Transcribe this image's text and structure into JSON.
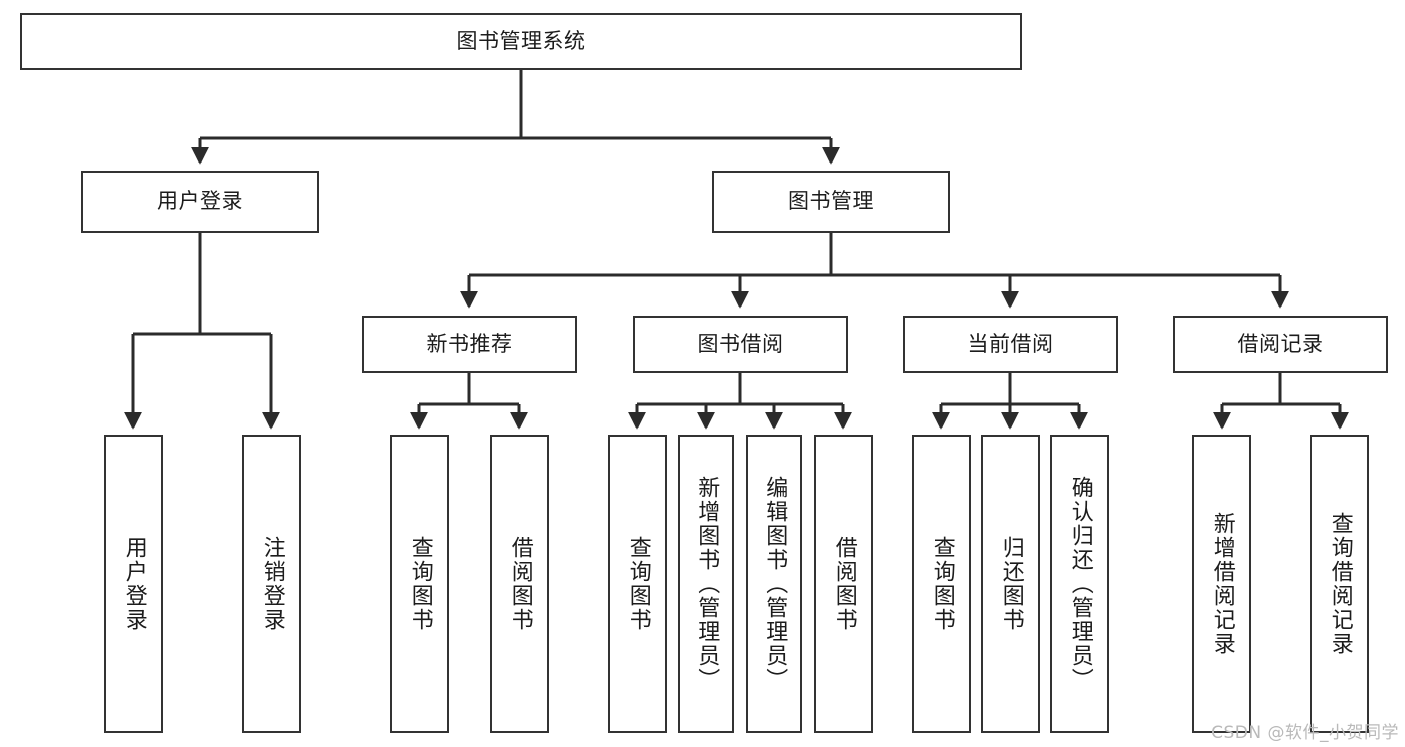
{
  "diagram": {
    "title": "图书管理系统",
    "type": "tree-hierarchy-diagram",
    "background_color": "#ffffff",
    "box_border_color": "#333333",
    "box_fill_color": "#ffffff",
    "connector_color": "#2b2b2b",
    "root": {
      "id": "root",
      "label": "图书管理系统"
    },
    "level2": [
      {
        "id": "user-login",
        "label": "用户登录"
      },
      {
        "id": "book-management",
        "label": "图书管理"
      }
    ],
    "level3": [
      {
        "id": "new-book-recommend",
        "label": "新书推荐",
        "parent": "book-management"
      },
      {
        "id": "book-borrow",
        "label": "图书借阅",
        "parent": "book-management"
      },
      {
        "id": "current-borrow",
        "label": "当前借阅",
        "parent": "book-management"
      },
      {
        "id": "borrow-record",
        "label": "借阅记录",
        "parent": "book-management"
      }
    ],
    "leaves": [
      {
        "id": "leaf-user-login",
        "label": "用户登录",
        "parent": "user-login"
      },
      {
        "id": "leaf-user-logout",
        "label": "注销登录",
        "parent": "user-login"
      },
      {
        "id": "leaf-query-book-1",
        "label": "查询图书",
        "parent": "new-book-recommend"
      },
      {
        "id": "leaf-borrow-book-1",
        "label": "借阅图书",
        "parent": "new-book-recommend"
      },
      {
        "id": "leaf-query-book-2",
        "label": "查询图书",
        "parent": "book-borrow"
      },
      {
        "id": "leaf-add-book",
        "label": "新增图书（管理员）",
        "parent": "book-borrow"
      },
      {
        "id": "leaf-edit-book",
        "label": "编辑图书（管理员）",
        "parent": "book-borrow"
      },
      {
        "id": "leaf-borrow-book-2",
        "label": "借阅图书",
        "parent": "book-borrow"
      },
      {
        "id": "leaf-query-book-3",
        "label": "查询图书",
        "parent": "current-borrow"
      },
      {
        "id": "leaf-return-book",
        "label": "归还图书",
        "parent": "current-borrow"
      },
      {
        "id": "leaf-confirm-return",
        "label": "确认归还（管理员）",
        "parent": "current-borrow"
      },
      {
        "id": "leaf-add-record",
        "label": "新增借阅记录",
        "parent": "borrow-record"
      },
      {
        "id": "leaf-query-record",
        "label": "查询借阅记录",
        "parent": "borrow-record"
      }
    ]
  },
  "watermark": {
    "text": "CSDN @软件_小贺同学"
  }
}
